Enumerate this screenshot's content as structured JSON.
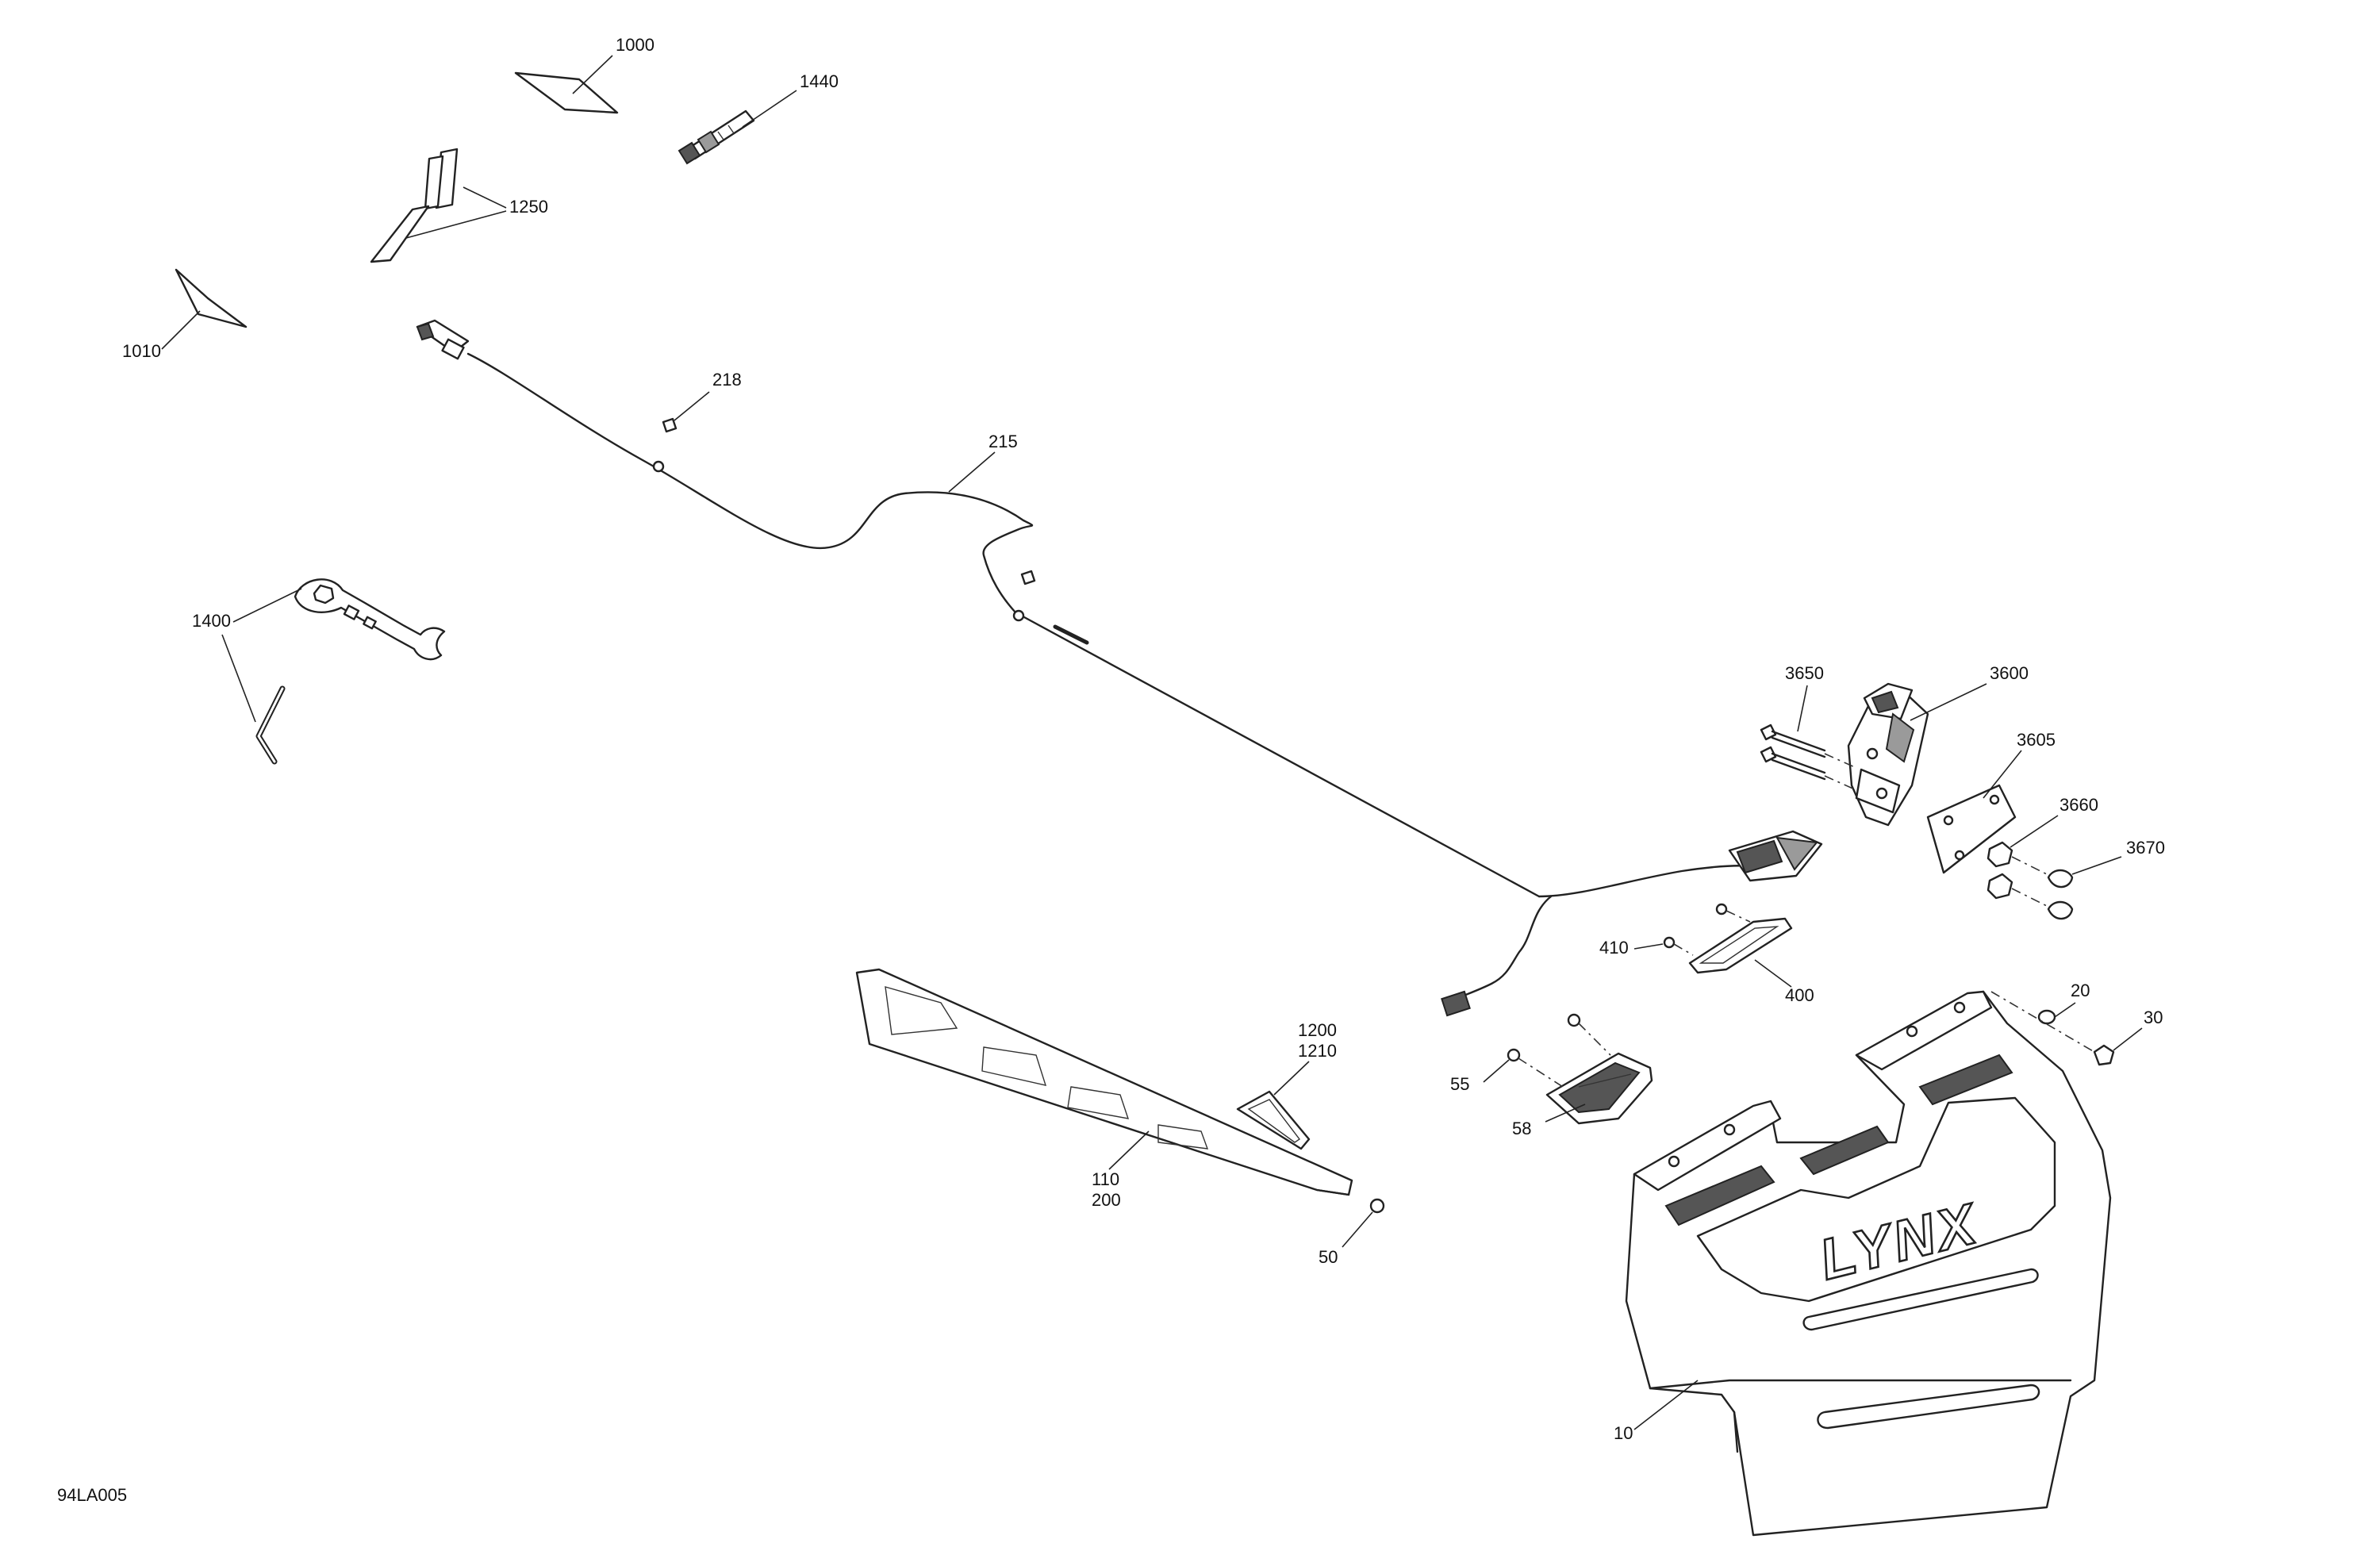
{
  "drawing_id": "94LA005",
  "brand_logo_text": "LYNX",
  "callouts": [
    {
      "id": "c1000",
      "text": "1000"
    },
    {
      "id": "c1440",
      "text": "1440"
    },
    {
      "id": "c1250",
      "text": "1250"
    },
    {
      "id": "c1010",
      "text": "1010"
    },
    {
      "id": "c218",
      "text": "218"
    },
    {
      "id": "c215",
      "text": "215"
    },
    {
      "id": "c1400",
      "text": "1400"
    },
    {
      "id": "c3650",
      "text": "3650"
    },
    {
      "id": "c3600",
      "text": "3600"
    },
    {
      "id": "c3605",
      "text": "3605"
    },
    {
      "id": "c3660",
      "text": "3660"
    },
    {
      "id": "c3670",
      "text": "3670"
    },
    {
      "id": "c410",
      "text": "410"
    },
    {
      "id": "c400",
      "text": "400"
    },
    {
      "id": "c20",
      "text": "20"
    },
    {
      "id": "c30",
      "text": "30"
    },
    {
      "id": "c1200",
      "text": "1200"
    },
    {
      "id": "c1210",
      "text": "1210"
    },
    {
      "id": "c110",
      "text": "110"
    },
    {
      "id": "c200",
      "text": "200"
    },
    {
      "id": "c50",
      "text": "50"
    },
    {
      "id": "c55",
      "text": "55"
    },
    {
      "id": "c58",
      "text": "58"
    },
    {
      "id": "c10",
      "text": "10"
    }
  ]
}
